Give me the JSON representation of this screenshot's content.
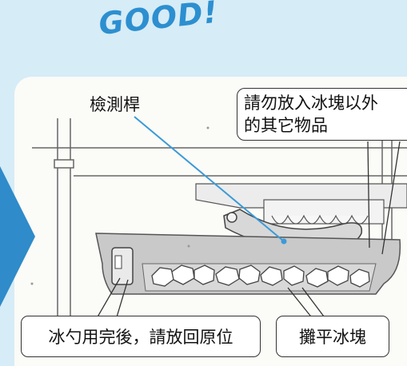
{
  "header": {
    "title": "GOOD!"
  },
  "labels": {
    "sensor_rod": "檢測桿",
    "no_other_items_line1": "請勿放入冰塊以外",
    "no_other_items_line2": "的其它物品",
    "return_scoop": "冰勺用完後，請放回原位",
    "level_ice": "攤平冰塊"
  },
  "colors": {
    "background": "#d6ecf6",
    "title": "#2d8fd0",
    "arrow": "#2f8bc9",
    "bin": "#c9c9c9",
    "ice_outline": "#444444",
    "rod_line": "#3b9ad8"
  }
}
